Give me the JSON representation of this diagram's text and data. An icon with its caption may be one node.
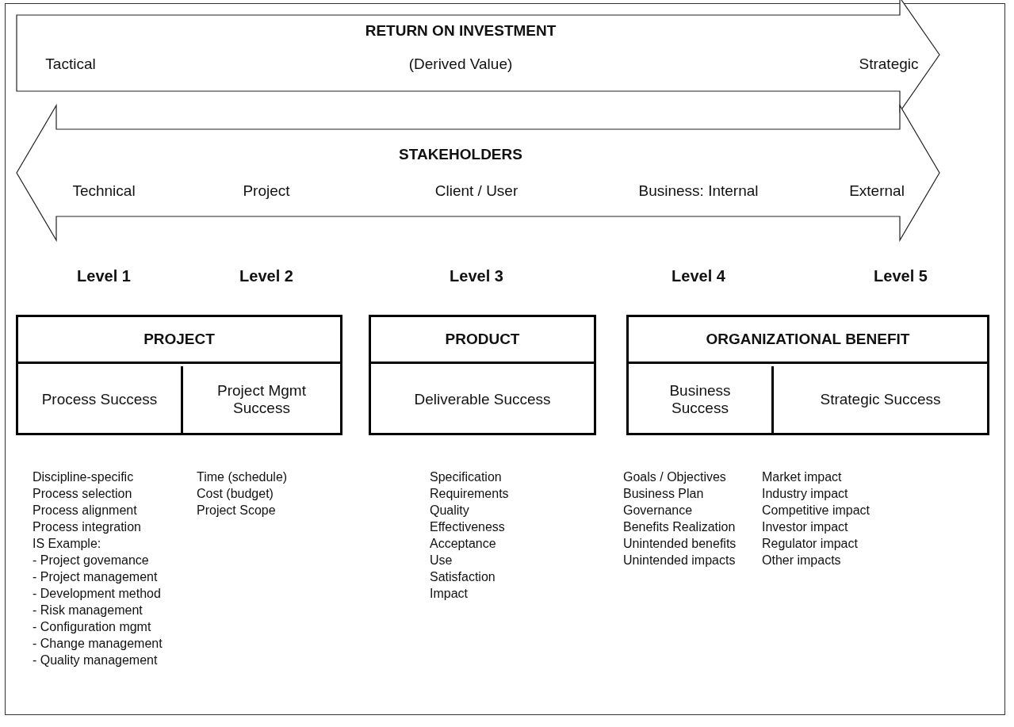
{
  "diagram": {
    "nodes": [
      {
        "text": [
          "RETURN ON INVESTMENT",
          "Tactical",
          "(Derived Value)",
          "Strategic"
        ]
      },
      {
        "text": [
          "STAKEHOLDERS",
          "Technical",
          "Project",
          "Client / User",
          "Business: Internal",
          "External"
        ]
      },
      {
        "text": [
          "PROJECT"
        ]
      },
      {
        "text": [
          "Process Success"
        ],
        "in": 2,
        "beside": [
          "Discipline-specific",
          "Process selection",
          "Process alignment",
          "Process integration",
          "IS Example:",
          "- Project govemance",
          "- Project management",
          "- Development method",
          "- Risk management",
          "- Configuration mgmt",
          "- Change management",
          "- Quality management"
        ]
      },
      {
        "text": [
          "Project Mgmt Success"
        ],
        "in": 2,
        "beside": [
          "Time (schedule)",
          "Cost (budget)",
          "Project Scope"
        ]
      },
      {
        "text": [
          "PRODUCT"
        ]
      },
      {
        "text": [
          "Deliverable Success"
        ],
        "in": 5,
        "beside": [
          "Specification",
          "Requirements",
          "Quality",
          "Effectiveness",
          "Acceptance",
          "Use",
          "Satisfaction",
          "Impact"
        ]
      },
      {
        "text": [
          "ORGANIZATIONAL BENEFIT"
        ]
      },
      {
        "text": [
          "Business Success"
        ],
        "in": 7,
        "beside": [
          "Goals / Objectives",
          "Business Plan",
          "Governance",
          "Benefits Realization",
          "Unintended benefits",
          "Unintended impacts"
        ]
      },
      {
        "text": [
          "Strategic Success"
        ],
        "in": 7,
        "beside": [
          "Market impact",
          "Industry impact",
          "Competitive impact",
          "Investor impact",
          "Regulator impact",
          "Other impacts"
        ]
      }
    ],
    "edges": [],
    "labels": [
      "Level 1",
      "Level 2",
      "Level 3",
      "Level 4",
      "Level 5"
    ]
  }
}
